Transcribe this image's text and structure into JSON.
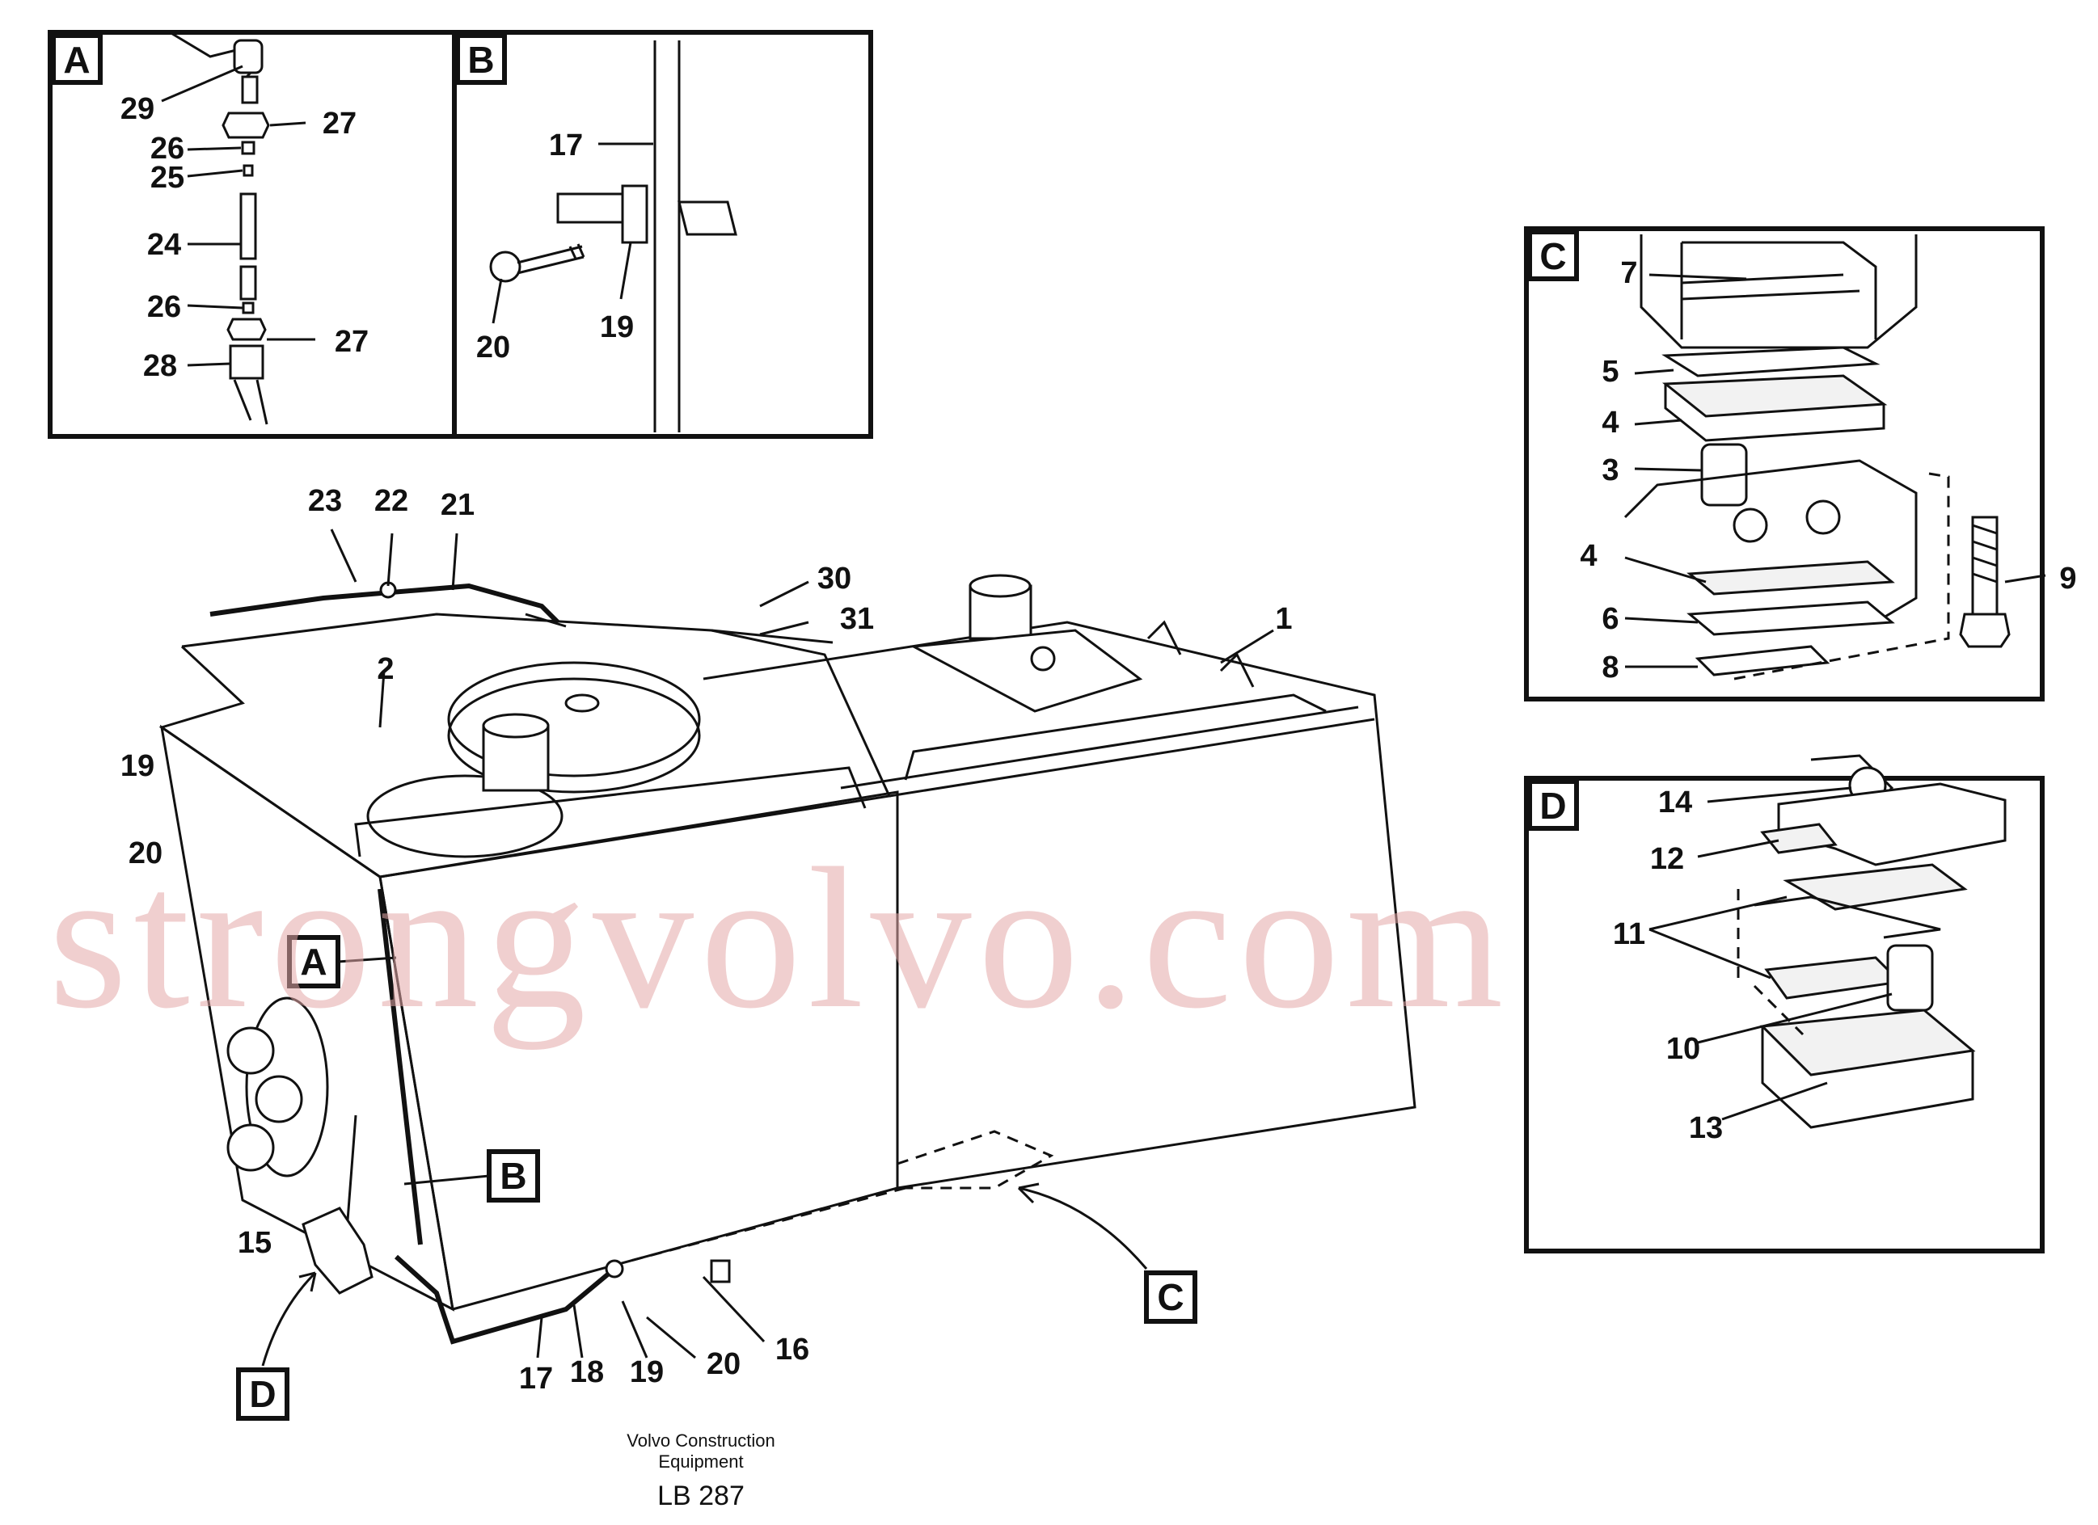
{
  "footer": {
    "company_line1": "Volvo Construction",
    "company_line2": "Equipment",
    "code": "LB 287"
  },
  "watermark": "strongvolvo.com",
  "detail_boxes": {
    "a": "A",
    "b": "B",
    "c": "C",
    "d": "D"
  },
  "callouts": {
    "a": [
      "29",
      "27",
      "26",
      "25",
      "24",
      "26",
      "27",
      "28"
    ],
    "b": [
      "17",
      "20",
      "19"
    ],
    "c": [
      "7",
      "5",
      "4",
      "3",
      "4",
      "6",
      "8",
      "9"
    ],
    "d": [
      "14",
      "12",
      "11",
      "10",
      "13"
    ],
    "main": [
      "23",
      "22",
      "21",
      "30",
      "31",
      "1",
      "2",
      "19",
      "20",
      "15",
      "17",
      "18",
      "19",
      "20",
      "16"
    ]
  },
  "main_refs": {
    "a": "A",
    "b": "B",
    "c": "C",
    "d": "D"
  },
  "colors": {
    "line": "#111111",
    "watermark": "#e3a7a7",
    "background": "#ffffff"
  }
}
